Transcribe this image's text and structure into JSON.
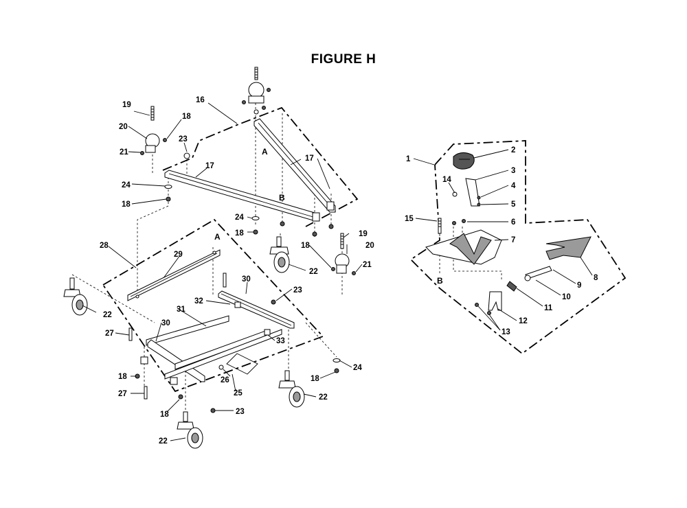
{
  "title": "FIGURE H",
  "labels": {
    "p1": "1",
    "p2": "2",
    "p3": "3",
    "p4": "4",
    "p5": "5",
    "p6": "6",
    "p7": "7",
    "p8": "8",
    "p9": "9",
    "p10": "10",
    "p11": "11",
    "p12": "12",
    "p13": "13",
    "p14": "14",
    "p15": "15",
    "p16": "16",
    "p17a": "17",
    "p17b": "17",
    "p18a": "18",
    "p18b": "18",
    "p18c": "18",
    "p18d": "18",
    "p18e": "18",
    "p18f": "18",
    "p18g": "18",
    "p19a": "19",
    "p19b": "19",
    "p20a": "20",
    "p20b": "20",
    "p21a": "21",
    "p21b": "21",
    "p22a": "22",
    "p22b": "22",
    "p22c": "22",
    "p22d": "22",
    "p23a": "23",
    "p23b": "23",
    "p23c": "23",
    "p24a": "24",
    "p24b": "24",
    "p24c": "24",
    "p25": "25",
    "p26": "26",
    "p27a": "27",
    "p27b": "27",
    "p28": "28",
    "p29": "29",
    "p30a": "30",
    "p30b": "30",
    "p31": "31",
    "p32": "32",
    "p33": "33"
  },
  "refs": {
    "a1": "A",
    "a2": "A",
    "b1": "B",
    "b2": "B"
  }
}
